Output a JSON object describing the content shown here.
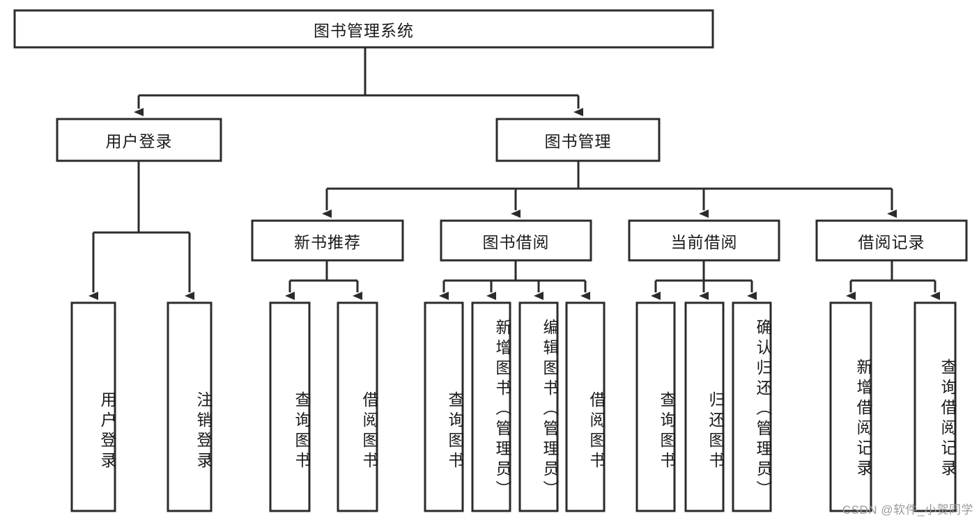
{
  "diagram": {
    "type": "hierarchy-tree",
    "title": "图书管理系统",
    "colors": {
      "box_stroke": "#2b2b2b",
      "box_fill": "#ffffff",
      "text": "#1a1a1a",
      "connector": "#2b2b2b",
      "watermark": "#9a9a9a",
      "background": "#ffffff"
    },
    "root": {
      "label": "图书管理系统"
    },
    "level2": [
      {
        "label": "用户登录"
      },
      {
        "label": "图书管理"
      }
    ],
    "level3": [
      {
        "label": "新书推荐"
      },
      {
        "label": "图书借阅"
      },
      {
        "label": "当前借阅"
      },
      {
        "label": "借阅记录"
      }
    ],
    "leaves": {
      "user_login": [
        {
          "label": "用户登录"
        },
        {
          "label": "注销登录"
        }
      ],
      "new_book_recommend": [
        {
          "label": "查询图书"
        },
        {
          "label": "借阅图书"
        }
      ],
      "book_borrow": [
        {
          "label": "查询图书"
        },
        {
          "label": "新增图书（管理员）"
        },
        {
          "label": "编辑图书（管理员）"
        },
        {
          "label": "借阅图书"
        }
      ],
      "current_borrow": [
        {
          "label": "查询图书"
        },
        {
          "label": "归还图书"
        },
        {
          "label": "确认归还（管理员）"
        }
      ],
      "borrow_record": [
        {
          "label": "新增借阅记录"
        },
        {
          "label": "查询借阅记录"
        }
      ]
    },
    "watermark": "CSDN @软件_小贺同学"
  }
}
